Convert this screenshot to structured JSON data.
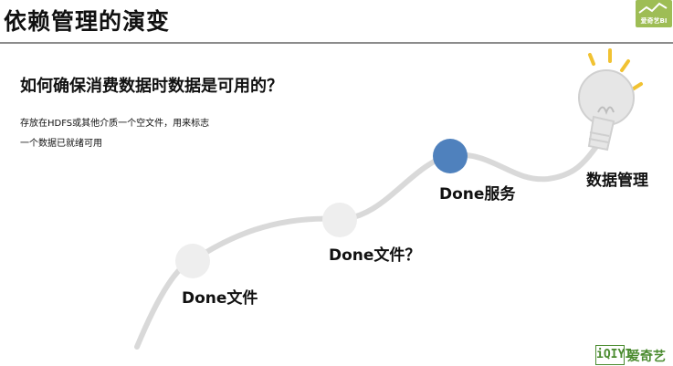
{
  "slide": {
    "title": "依赖管理的演变",
    "question": "如何确保消费数据时数据是可用的？",
    "description": [
      "存放在HDFS或其他介质一个空文件，用来标志",
      "一个数据已就绪可用"
    ]
  },
  "stages": [
    {
      "label": "Done文件",
      "color": "#eeeeee"
    },
    {
      "label": "Done文件？",
      "color": "#eeeeee"
    },
    {
      "label": "Done服务",
      "color": "#4f81bd"
    },
    {
      "label": "数据管理",
      "icon": "lightbulb-icon"
    }
  ],
  "brand": {
    "top_logo_text": "爱奇艺BI",
    "bottom_logo_mark": "iQIYI",
    "bottom_logo_text": "爱奇艺",
    "accent": "#6aa84f"
  }
}
